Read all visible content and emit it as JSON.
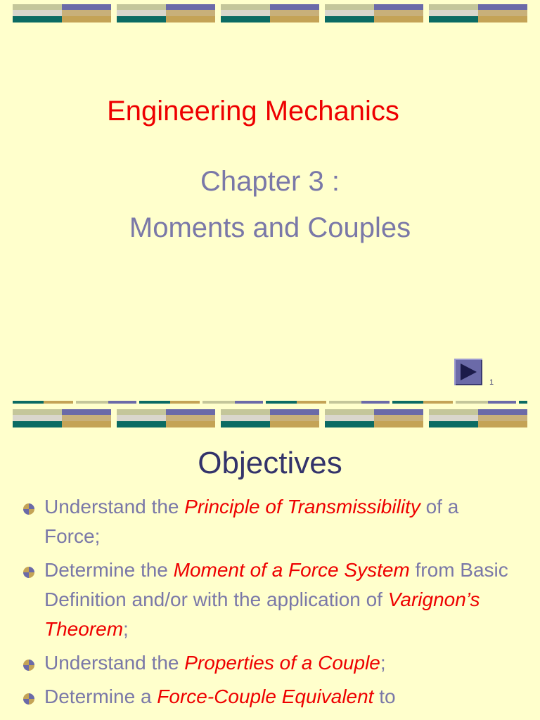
{
  "slide1": {
    "title": "Engineering Mechanics",
    "chapter": "Chapter 3 :",
    "subtitle": "Moments and Couples",
    "page_number": "1",
    "next_icon": "play-triangle-icon"
  },
  "slide2": {
    "title": "Objectives",
    "bullets": [
      {
        "pre": "Understand the ",
        "em": "Principle of Transmissibility",
        "post": " of a Force;"
      },
      {
        "pre": "Determine the ",
        "em": "Moment of a Force System",
        "mid": " from Basic Definition and/or with the application of ",
        "em2": "Varignon’s Theorem",
        "post": ";"
      },
      {
        "pre": "Understand the ",
        "em": "Properties of a Couple",
        "post": ";"
      },
      {
        "pre": "Determine a ",
        "em": "Force-Couple Equivalent",
        "post": " to"
      }
    ],
    "bullet_icon": "quadrant-disc-icon"
  },
  "colors": {
    "background": "#ffffcc",
    "title_red": "#ee0000",
    "text_purple": "#7a78a8",
    "heading_navy": "#33336b"
  }
}
